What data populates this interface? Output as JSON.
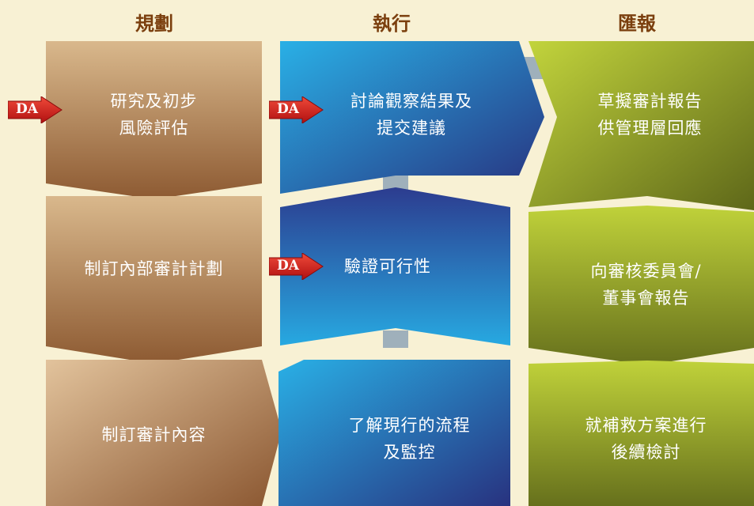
{
  "columns": [
    {
      "header": "規劃"
    },
    {
      "header": "執行"
    },
    {
      "header": "匯報"
    }
  ],
  "steps": {
    "plan_1": [
      "研究及初步",
      "風險評估"
    ],
    "plan_2": [
      "制訂內部審計計劃"
    ],
    "plan_3": [
      "制訂審計內容"
    ],
    "exec_1": [
      "討論觀察結果及",
      "提交建議"
    ],
    "exec_2": [
      "驗證可行性"
    ],
    "exec_3": [
      "了解現行的流程",
      "及監控"
    ],
    "report_1": [
      "草擬審計報告",
      "供管理層回應"
    ],
    "report_2": [
      "向審核委員會/",
      "董事會報告"
    ],
    "report_3": [
      "就補救方案進行",
      "後續檢討"
    ]
  },
  "badge_text": "DA",
  "colors": {
    "background": "#f8f1d4",
    "header": "#7b3f0e",
    "brown_light": "#dcb98e",
    "brown_dark": "#8d5a32",
    "blue_light": "#27a9e1",
    "blue_dark": "#2b3b8e",
    "green_light": "#b8cc34",
    "green_dark": "#66701c",
    "connector": "#9fb0bb",
    "badge": "#d81e1e"
  }
}
